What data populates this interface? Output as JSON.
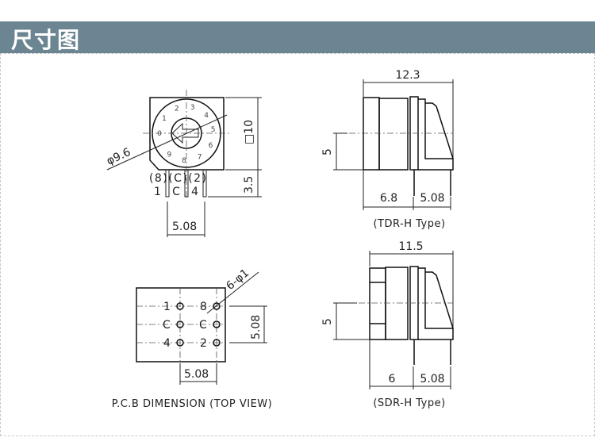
{
  "header": {
    "title": "尺寸图"
  },
  "front_view": {
    "dial_numbers": [
      "0",
      "1",
      "2",
      "3",
      "4",
      "5",
      "6",
      "7",
      "8",
      "9"
    ],
    "diameter": "φ9.6",
    "square": "□10",
    "pin_height": "3.5",
    "pin_labels_top": "(8)(C)(2)",
    "pin_labels_bottom": "1 C 4",
    "pin_pitch": "5.08"
  },
  "pcb_view": {
    "hole_note": "6-φ1",
    "left_labels": [
      "1",
      "C",
      "4"
    ],
    "right_labels": [
      "8",
      "C",
      "2"
    ],
    "vertical_pitch": "5.08",
    "horizontal_pitch": "5.08",
    "caption": "P.C.B DIMENSION (TOP VIEW)"
  },
  "tdr_view": {
    "length": "12.3",
    "height": "5",
    "body": "6.8",
    "pitch": "5.08",
    "caption": "(TDR-H Type)"
  },
  "sdr_view": {
    "length": "11.5",
    "height": "5",
    "body": "6",
    "pitch": "5.08",
    "caption": "(SDR-H Type)"
  }
}
